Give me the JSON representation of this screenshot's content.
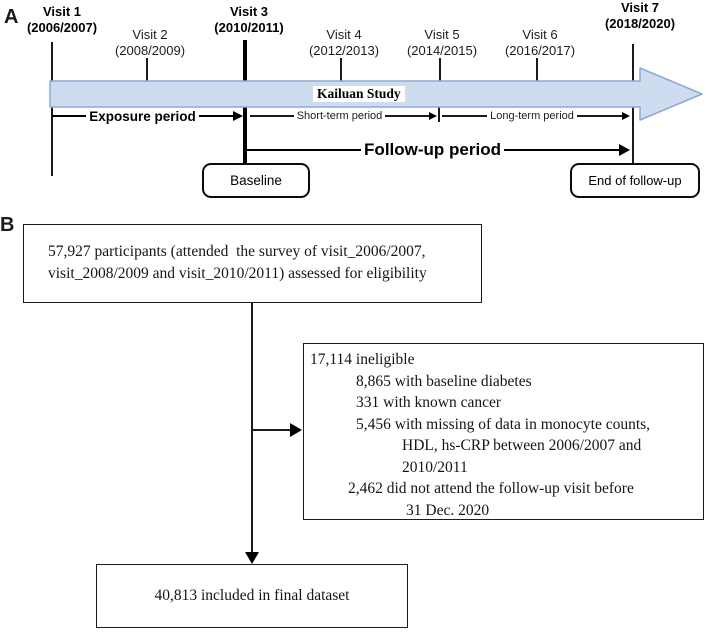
{
  "panelA": {
    "label": "A",
    "arrow_label": "Kailuan Study",
    "colors": {
      "arrow_fill": "#cfdcf0",
      "arrow_stroke": "#8da9d4"
    },
    "visits": [
      {
        "name": "Visit 1",
        "years": "(2006/2007)"
      },
      {
        "name": "Visit 2",
        "years": "(2008/2009)"
      },
      {
        "name": "Visit 3",
        "years": "(2010/2011)"
      },
      {
        "name": "Visit 4",
        "years": "(2012/2013)"
      },
      {
        "name": "Visit 5",
        "years": "(2014/2015)"
      },
      {
        "name": "Visit 6",
        "years": "(2016/2017)"
      },
      {
        "name": "Visit 7",
        "years": "(2018/2020)"
      }
    ],
    "periods": {
      "exposure": "Exposure period",
      "short_term": "Short-term period",
      "long_term": "Long-term period",
      "follow_up": "Follow-up period"
    },
    "boxes": {
      "baseline": "Baseline",
      "end_follow_up": "End of follow-up"
    }
  },
  "panelB": {
    "label": "B",
    "top_box": {
      "line1": "57,927 participants (attended  the survey of visit_2006/2007,",
      "line2": "visit_2008/2009 and visit_2010/2011) assessed for eligibility"
    },
    "ineligible_box": {
      "lines": [
        "17,114 ineligible",
        "8,865 with baseline diabetes",
        "331 with known cancer",
        "5,456 with missing of data in monocyte counts,",
        "HDL, hs-CRP between 2006/2007 and",
        "2010/2011",
        "2,462 did not attend the follow-up visit before",
        "31 Dec. 2020"
      ]
    },
    "final_box": {
      "text": "40,813 included in final dataset"
    }
  }
}
